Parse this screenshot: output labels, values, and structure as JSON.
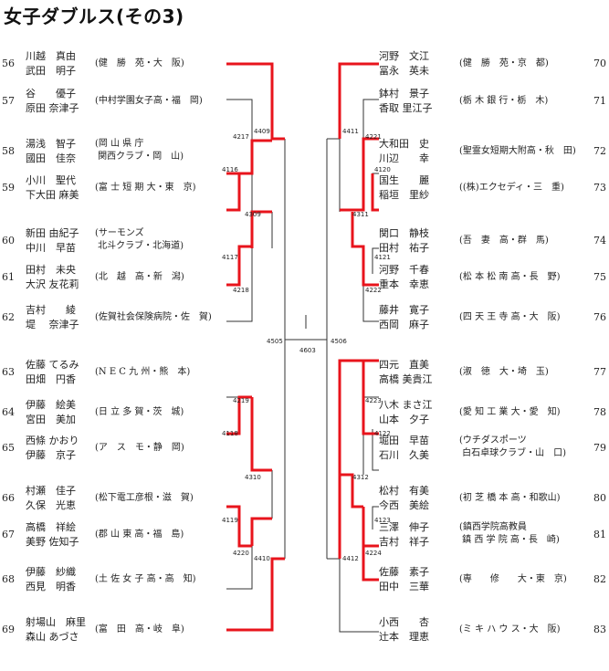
{
  "title": "女子ダブルス(その3)",
  "left_entries": [
    {
      "num": "56",
      "p1": "川越　真由",
      "p2": "武田　明子",
      "team1": "(健　勝　苑・大　阪)",
      "team2": ""
    },
    {
      "num": "57",
      "p1": "谷　　優子",
      "p2": "原田 奈津子",
      "team1": "(中村学園女子高・福　岡)",
      "team2": ""
    },
    {
      "num": "58",
      "p1": "湯浅　智子",
      "p2": "國田　佳奈",
      "team1": "(岡 山 県 庁",
      "team2": " 関西クラブ・岡　山)"
    },
    {
      "num": "59",
      "p1": "小川　聖代",
      "p2": "下大田 麻美",
      "team1": "(富 士 短 期 大・東　京)",
      "team2": ""
    },
    {
      "num": "60",
      "p1": "新田 由紀子",
      "p2": "中川　早苗",
      "team1": "(サーモンズ",
      "team2": " 北斗クラブ・北海道)"
    },
    {
      "num": "61",
      "p1": "田村　未央",
      "p2": "大沢 友花莉",
      "team1": "(北　越　高・新　潟)",
      "team2": ""
    },
    {
      "num": "62",
      "p1": "吉村　　綾",
      "p2": "堤　 奈津子",
      "team1": "(佐賀社会保険病院・佐　賀)",
      "team2": ""
    },
    {
      "num": "63",
      "p1": "佐藤 てるみ",
      "p2": "田畑　円香",
      "team1": "(N E C 九 州・熊　本)",
      "team2": ""
    },
    {
      "num": "64",
      "p1": "伊藤　絵美",
      "p2": "宮田　美加",
      "team1": "(日 立 多 賀・茨　城)",
      "team2": ""
    },
    {
      "num": "65",
      "p1": "西條 かおり",
      "p2": "伊藤　京子",
      "team1": "(ア　ス　モ・静　岡)",
      "team2": ""
    },
    {
      "num": "66",
      "p1": "村瀬　佳子",
      "p2": "久保　光恵",
      "team1": "(松下電工彦根・滋　賀)",
      "team2": ""
    },
    {
      "num": "67",
      "p1": "高橋　祥絵",
      "p2": "美野 佐知子",
      "team1": "(郡 山 東 高・福　島)",
      "team2": ""
    },
    {
      "num": "68",
      "p1": "伊藤　紗織",
      "p2": "西見　明香",
      "team1": "(土 佐 女 子 高・高　知)",
      "team2": ""
    },
    {
      "num": "69",
      "p1": "射場山　麻里",
      "p2": "森山 あづさ",
      "team1": "(富　田　高・岐　阜)",
      "team2": ""
    }
  ],
  "right_entries": [
    {
      "num": "70",
      "p1": "河野　文江",
      "p2": "冨永　英未",
      "team1": "(健　勝　苑・京　都)",
      "team2": ""
    },
    {
      "num": "71",
      "p1": "鉢村　景子",
      "p2": "香取 里江子",
      "team1": "(栃 木 銀 行・栃　木)",
      "team2": ""
    },
    {
      "num": "72",
      "p1": "大和田　史",
      "p2": "川辺　　幸",
      "team1": "(聖霊女短期大附高・秋　田)",
      "team2": ""
    },
    {
      "num": "73",
      "p1": "国生　　麗",
      "p2": "稲垣　里紗",
      "team1": "((株)エクセディ・三　重)",
      "team2": ""
    },
    {
      "num": "74",
      "p1": "関口　静枝",
      "p2": "田村　祐子",
      "team1": "(吾　妻　高・群　馬)",
      "team2": ""
    },
    {
      "num": "75",
      "p1": "河野　千春",
      "p2": "重本　幸恵",
      "team1": "(松 本 松 南 高・長　野)",
      "team2": ""
    },
    {
      "num": "76",
      "p1": "藤井　寛子",
      "p2": "西岡　麻子",
      "team1": "(四 天 王 寺 高・大　阪)",
      "team2": ""
    },
    {
      "num": "77",
      "p1": "四元　直美",
      "p2": "高橋 美貴江",
      "team1": "(淑　徳　大・埼　玉)",
      "team2": ""
    },
    {
      "num": "78",
      "p1": "八木 まさ江",
      "p2": "山本　夕子",
      "team1": "(愛 知 工 業 大・愛　知)",
      "team2": ""
    },
    {
      "num": "79",
      "p1": "堀田　早苗",
      "p2": "石川　久美",
      "team1": "(ウチダスポーツ",
      "team2": " 白石卓球クラブ・山　口)"
    },
    {
      "num": "80",
      "p1": "松村　有美",
      "p2": "今西　美絵",
      "team1": "(初 芝 橋 本 高・和歌山)",
      "team2": ""
    },
    {
      "num": "81",
      "p1": "三澤　伸子",
      "p2": "吉村　祥子",
      "team1": "(鎮西学院高教員",
      "team2": " 鎮 西 学 院 高・長　崎)"
    },
    {
      "num": "82",
      "p1": "佐藤　素子",
      "p2": "田中　三華",
      "team1": "(専　　修　　大・東　京)",
      "team2": ""
    },
    {
      "num": "83",
      "p1": "小西　　杏",
      "p2": "辻本　理恵",
      "team1": "(ミ キ ハ ウ ス・大　阪)",
      "team2": ""
    }
  ],
  "match_labels": {
    "m4409": "4409",
    "m4217": "4217",
    "m4116": "4116",
    "m4309": "4309",
    "m4117": "4117",
    "m4218": "4218",
    "m4505": "4505",
    "m4603": "4603",
    "m4506": "4506",
    "m4219": "4219",
    "m4118": "4118",
    "m4310": "4310",
    "m4119": "4119",
    "m4220": "4220",
    "m4410": "4410",
    "m4411": "4411",
    "m4221": "4221",
    "m4120": "4120",
    "m4311": "4311",
    "m4121": "4121",
    "m4222": "4222",
    "m4223": "4223",
    "m4122": "4122",
    "m4312": "4312",
    "m4123": "4123",
    "m4224": "4224",
    "m4412": "4412"
  },
  "colors": {
    "winner_line": "#e8141c",
    "loser_line": "#333333",
    "text": "#222222"
  }
}
